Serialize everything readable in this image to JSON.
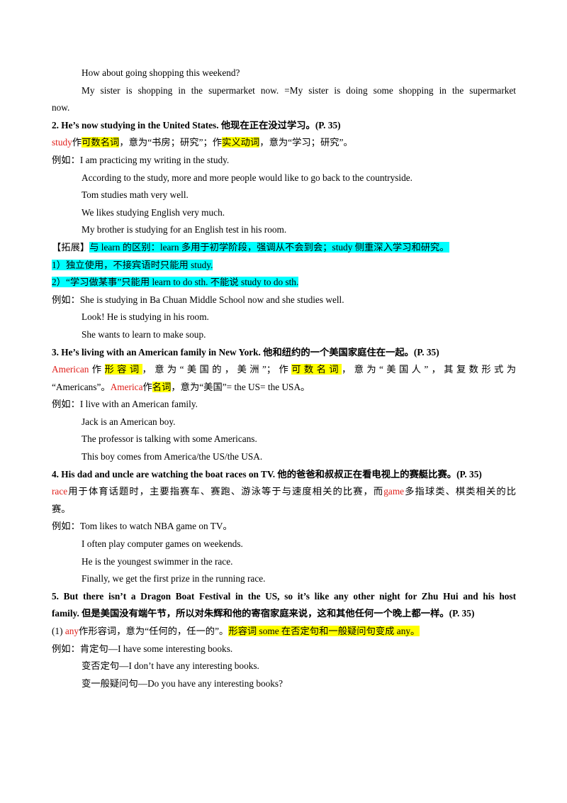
{
  "lines": {
    "l1": "How  about  going shopping  this  weekend?",
    "l2": "My  sister is shopping  in  the  supermarket  now.  =My sister is doing some shopping in the supermarket",
    "l3": "now.",
    "h2": "2. He’s now studying in the United States. 他现在正在没过学习。(P. 35)",
    "s2_a": "study",
    "s2_b": "作",
    "s2_c": "可数名词",
    "s2_d": "，意为“书房；研究”；作",
    "s2_e": "实义动词",
    "s2_f": "，意为“学习；研究”。",
    "e1": "例如：I am practicing my writing  in  the  study.",
    "e2": "According to the study, more and more people would like to go back to the countryside.",
    "e3": "Tom  studies  math  very  well.",
    "e4": "We  likes studying  English  very  much.",
    "e5": "My brother is studying  for  an  English  test  in  his  room.",
    "t1_a": "【拓展】",
    "t1_b": "与 learn 的区别：learn 多用于初学阶段，强调从不会到会；study 侧重深入学习和研究。",
    "t2": "1）独立使用，不接宾语时只能用 study.",
    "t3": "2）“学习做某事”只能用 learn  to  do  sth.   不能说 study  to  do  sth.",
    "e6": "例如：She  is  studying in Ba Chuan Middle School now and she studies well.",
    "e7": "Look! He is studying in his room.",
    "e8": "She  wants  to learn to make  soup.",
    "h3": "3. He’s living with an American family in New York.  他和纽约的一个美国家庭住在一起。(P. 35)",
    "s3_a": "American",
    "s3_b": "作",
    "s3_c": "形容词",
    "s3_d": "，意为“美国的，美洲”；作",
    "s3_e": "可数名词",
    "s3_f": "，意为“美国人”，其复数形式为",
    "s3_g": "“Americans”。",
    "s3_h": "America",
    "s3_i": "作",
    "s3_j": "名词",
    "s3_k": "，意为“美国”= the  US= the  USA。",
    "e9": "例如：I  live  with an  American  family.",
    "e10": "Jack is an American boy.",
    "e11": "The professor is talking with  some  Americans.",
    "e12": "This  boy  comes  from  America/the  US/the  USA.",
    "h4": "4. His dad and uncle are watching the boat races on TV.  他的爸爸和叔叔正在看电视上的赛艇比赛。(P. 35)",
    "s4_a": "race",
    "s4_b": "用于体育话题时，主要指赛车、赛跑、游泳等于与速度相关的比赛，而",
    "s4_c": "game",
    "s4_d": "多指球类、棋类相关的比",
    "s4_e": "赛。",
    "e13": "例如：Tom  likes  to  watch  NBA  game  on  TV。",
    "e14": "I often play computer games on weekends.",
    "e15": "He is the youngest swimmer in the race.",
    "e16": "Finally, we get the first prize in the running race.",
    "h5a": "5. But there isn’t a Dragon Boat Festival in the US, so it’s like any other night for Zhu Hui and his host",
    "h5b": "family. 但是美国没有端午节，所以对朱辉和他的寄宿家庭来说，这和其他任何一个晚上都一样。(P. 35)",
    "s5_a": "(1)  ",
    "s5_b": "any",
    "s5_c": "作形容词，意为“任何的，任一的”。",
    "s5_d": "形容词 some 在否定句和一般疑问句变成 any。",
    "e17": "例如：肯定句—I  have  some  interesting  books.",
    "e18": "变否定句—I  don’t have any  interesting  books.",
    "e19": "变一般疑问句—Do  you  have  any  interesting  books?"
  }
}
